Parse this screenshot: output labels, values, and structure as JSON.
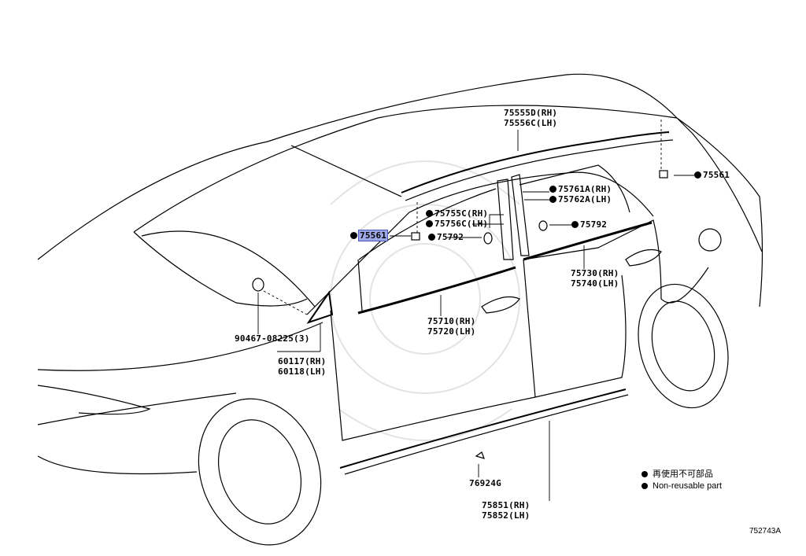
{
  "labels": {
    "p75555D": "75555D(RH)",
    "p75556C": "75556C(LH)",
    "p75561_right": "75561",
    "p75561_left": "75561",
    "p75761A": "75761A(RH)",
    "p75762A": "75762A(LH)",
    "p75755C": "75755C(RH)",
    "p75756C": "75756C(LH)",
    "p75792_left": "75792",
    "p75792_right": "75792",
    "p75730": "75730(RH)",
    "p75740": "75740(LH)",
    "p75710": "75710(RH)",
    "p75720": "75720(LH)",
    "p90467": "90467-08225(3)",
    "p60117": "60117(RH)",
    "p60118": "60118(LH)",
    "p76924G": "76924G",
    "p75851": "75851(RH)",
    "p75852": "75852(LH)"
  },
  "legend": {
    "line1": "再使用不可部品",
    "line2": "Non-reusable part"
  },
  "diagram_code": "752743A",
  "highlight_color": "#9fa8e6"
}
